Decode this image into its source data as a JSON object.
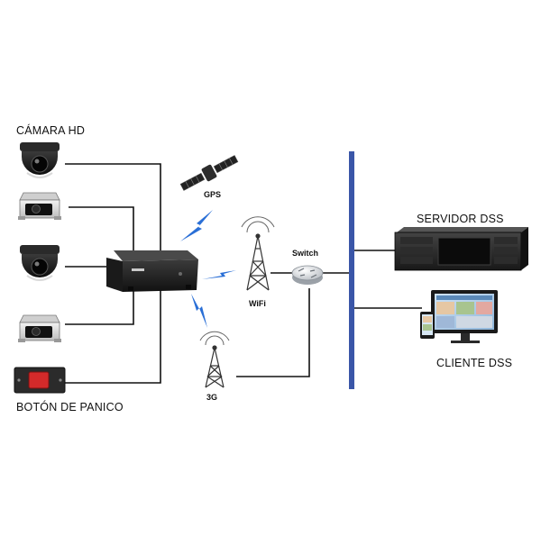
{
  "labels": {
    "camera_hd": "CÁMARA HD",
    "panic_button": "BOTÓN DE PANICO",
    "gps": "GPS",
    "wifi": "WiFi",
    "switch": "Switch",
    "three_g": "3G",
    "server": "SERVIDOR DSS",
    "client": "CLIENTE DSS"
  },
  "colors": {
    "line": "#111111",
    "backbone": "#3a56a8",
    "wireless": "#2a6fd6",
    "device_dark": "#1c1c1c",
    "panic_red": "#d42a2a"
  },
  "icons": [
    "dome-camera-icon",
    "box-camera-icon",
    "mobile-dvr-icon",
    "satellite-icon",
    "wifi-tower-icon",
    "switch-icon",
    "cell-tower-icon",
    "server-icon",
    "monitor-icon",
    "phone-icon",
    "panic-button-icon"
  ]
}
